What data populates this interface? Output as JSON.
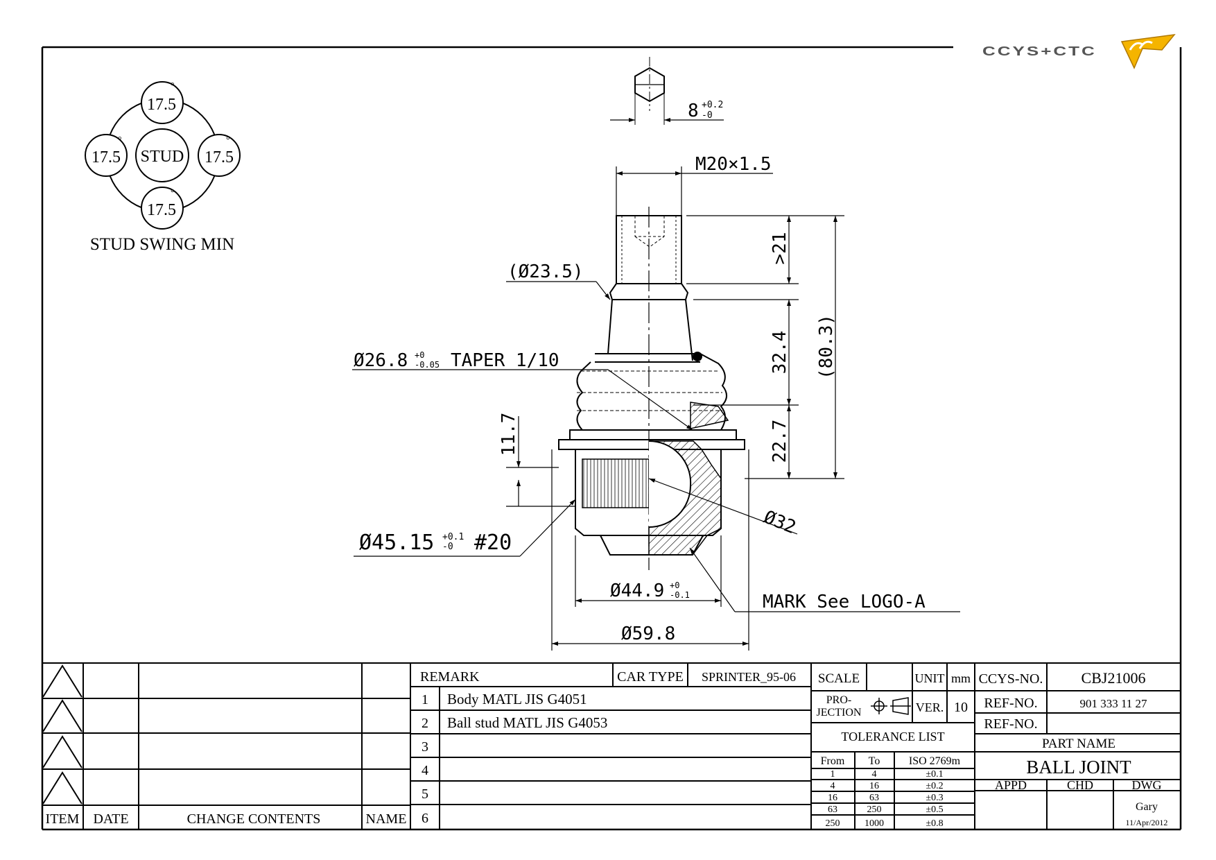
{
  "logo": {
    "text": "CCYS+CTC"
  },
  "stud_swing": {
    "center_label": "STUD",
    "angles": [
      "17.5",
      "17.5",
      "17.5",
      "17.5"
    ],
    "degree_symbol": "°",
    "caption": "STUD SWING MIN"
  },
  "dims": {
    "hex": "8",
    "hex_tol_upper": "+0.2",
    "hex_tol_lower": "-0",
    "thread": "M20×1.5",
    "thread_len": ">21",
    "dia_23_5": "(Ø23.5)",
    "taper_dia": "Ø26.8",
    "taper_tol_upper": "+0",
    "taper_tol_lower": "-0.05",
    "taper_text": "TAPER 1/10",
    "h_11_7": "11.7",
    "h_32_4": "32.4",
    "h_22_7": "22.7",
    "h_80_3": "(80.3)",
    "dia_32": "Ø32",
    "dia_45": "Ø45.15",
    "dia_45_tol_upper": "+0.1",
    "dia_45_tol_lower": "-0",
    "dia_45_suffix": "#20",
    "dia_44_9": "Ø44.9",
    "dia_44_9_tol_upper": "+0",
    "dia_44_9_tol_lower": "-0.1",
    "mark": "MARK See LOGO-A",
    "dia_59_8": "Ø59.8"
  },
  "revision": {
    "headers": [
      "ITEM",
      "DATE",
      "CHANGE CONTENTS",
      "NAME"
    ]
  },
  "remarks": {
    "header": "REMARK",
    "car_type_label": "CAR TYPE",
    "car_type_value": "SPRINTER_95-06",
    "rows": [
      {
        "no": "1",
        "text": "Body MATL JIS G4051"
      },
      {
        "no": "2",
        "text": "Ball stud MATL JIS G4053"
      },
      {
        "no": "3",
        "text": ""
      },
      {
        "no": "4",
        "text": ""
      },
      {
        "no": "5",
        "text": ""
      },
      {
        "no": "6",
        "text": ""
      }
    ]
  },
  "info": {
    "scale_label": "SCALE",
    "unit_label": "UNIT",
    "unit_value": "mm",
    "projection_label_1": "PRO-",
    "projection_label_2": "JECTION",
    "ver_label": "VER.",
    "ver_value": "10",
    "tolerance_title": "TOLERANCE LIST",
    "tol_headers": [
      "From",
      "To",
      "ISO 2769m"
    ],
    "tol_rows": [
      [
        "1",
        "4",
        "±0.1"
      ],
      [
        "4",
        "16",
        "±0.2"
      ],
      [
        "16",
        "63",
        "±0.3"
      ],
      [
        "63",
        "250",
        "±0.5"
      ],
      [
        "250",
        "1000",
        "±0.8"
      ]
    ]
  },
  "title_block": {
    "ccys_label": "CCYS-NO.",
    "ccys_value": "CBJ21006",
    "ref1_label": "REF-NO.",
    "ref1_value": "901 333 11 27",
    "ref2_label": "REF-NO.",
    "ref2_value": "",
    "part_name_label": "PART NAME",
    "part_name_value": "BALL JOINT",
    "appd_label": "APPD",
    "chd_label": "CHD",
    "dwg_label": "DWG",
    "dwg_name": "Gary",
    "dwg_date": "11/Apr/2012"
  }
}
